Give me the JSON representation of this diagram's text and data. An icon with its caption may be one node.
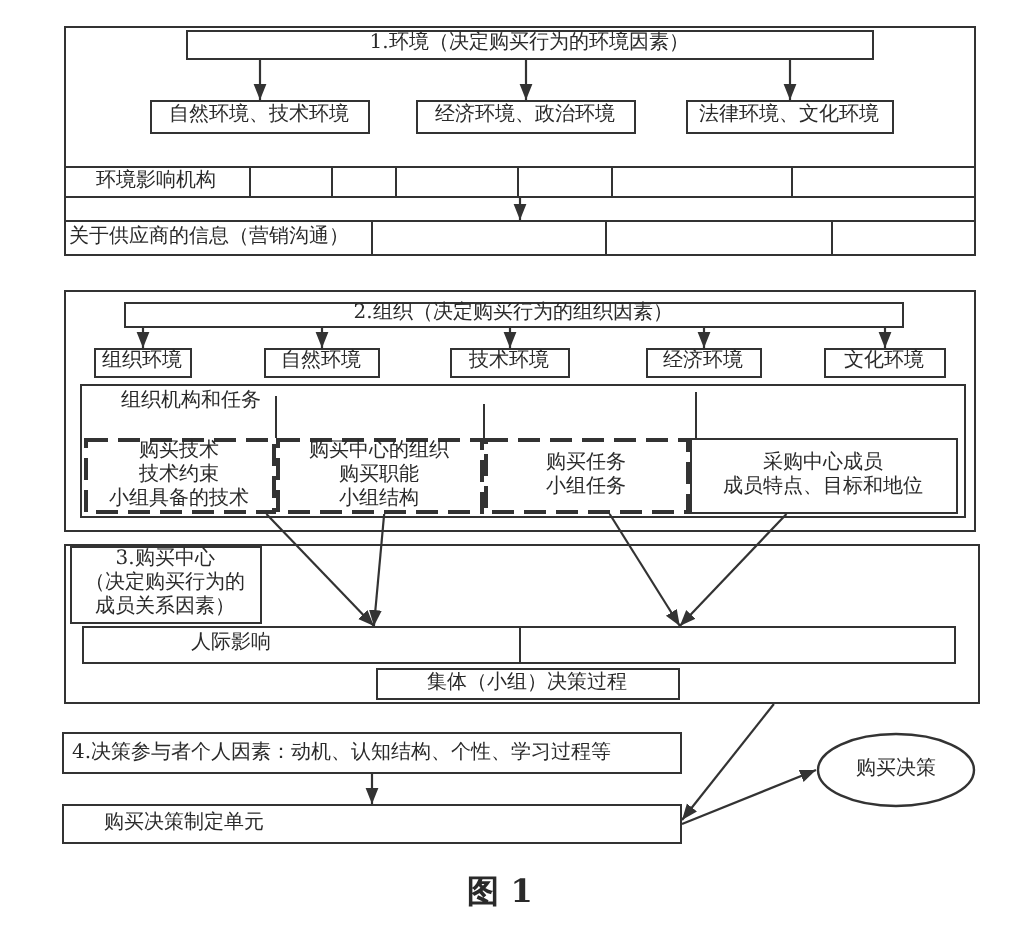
{
  "diagram": {
    "caption": "图 1",
    "nodes": [
      {
        "text": [],
        "shape": "box"
      },
      {
        "text": [
          "1.环境（决定购买行为的环境因素）"
        ],
        "in": 0
      },
      {
        "text": [
          "自然环境、技术环境"
        ],
        "in": 0
      },
      {
        "text": [
          "经济环境、政治环境"
        ],
        "in": 0
      },
      {
        "text": [
          "法律环境、文化环境"
        ],
        "in": 0
      },
      {
        "text": [
          "环境影响机构"
        ],
        "in": 0
      },
      {
        "text": [
          "关于供应商的信息（营销沟通）"
        ],
        "in": 0
      },
      {
        "text": [],
        "shape": "box"
      },
      {
        "text": [
          "2.组织（决定购买行为的组织因素）"
        ],
        "in": 7
      },
      {
        "text": [
          "组织环境"
        ],
        "in": 7
      },
      {
        "text": [
          "自然环境"
        ],
        "in": 7
      },
      {
        "text": [
          "技术环境"
        ],
        "in": 7
      },
      {
        "text": [
          "经济环境"
        ],
        "in": 7
      },
      {
        "text": [
          "文化环境"
        ],
        "in": 7
      },
      {
        "text": [
          "组织机构和任务"
        ],
        "in": 7
      },
      {
        "text": [
          "购买技术",
          "技术约束",
          "小组具备的技术"
        ],
        "in": 14
      },
      {
        "text": [
          "购买中心的组织",
          "购买职能",
          "小组结构"
        ],
        "in": 14
      },
      {
        "text": [
          "购买任务",
          "小组任务"
        ],
        "in": 14
      },
      {
        "text": [
          "采购中心成员",
          "成员特点、目标和地位"
        ],
        "in": 14
      },
      {
        "text": [],
        "shape": "box"
      },
      {
        "text": [
          "3.购买中心",
          "（决定购买行为的成员关系因素）"
        ],
        "in": 19
      },
      {
        "text": [
          "人际影响"
        ],
        "in": 19
      },
      {
        "text": [
          "集体（小组）决策过程"
        ],
        "in": 19
      },
      {
        "text": [
          "4.决策参与者个人因素：动机、认知结构、个性、学习过程等"
        ]
      },
      {
        "text": [
          "购买决策制定单元"
        ]
      },
      {
        "text": [
          "购买决策"
        ]
      }
    ],
    "edges": [
      {
        "from": 1,
        "to": 2,
        "arrow": "to"
      },
      {
        "from": 1,
        "to": 3,
        "arrow": "to"
      },
      {
        "from": 1,
        "to": 4,
        "arrow": "to"
      },
      {
        "from": 5,
        "to": 6,
        "arrow": "to"
      },
      {
        "from": 8,
        "to": 9,
        "arrow": "to"
      },
      {
        "from": 8,
        "to": 10,
        "arrow": "to"
      },
      {
        "from": 8,
        "to": 11,
        "arrow": "to"
      },
      {
        "from": 8,
        "to": 12,
        "arrow": "to"
      },
      {
        "from": 8,
        "to": 13,
        "arrow": "to"
      },
      {
        "from": 15,
        "to": 21,
        "arrow": "to"
      },
      {
        "from": 16,
        "to": 21,
        "arrow": "to"
      },
      {
        "from": 17,
        "to": 21,
        "arrow": "to"
      },
      {
        "from": 18,
        "to": 21,
        "arrow": "to"
      },
      {
        "from": 19,
        "to": 24,
        "arrow": "to"
      },
      {
        "from": 23,
        "to": 24,
        "arrow": "to"
      },
      {
        "from": 24,
        "to": 25,
        "arrow": "to"
      }
    ]
  }
}
